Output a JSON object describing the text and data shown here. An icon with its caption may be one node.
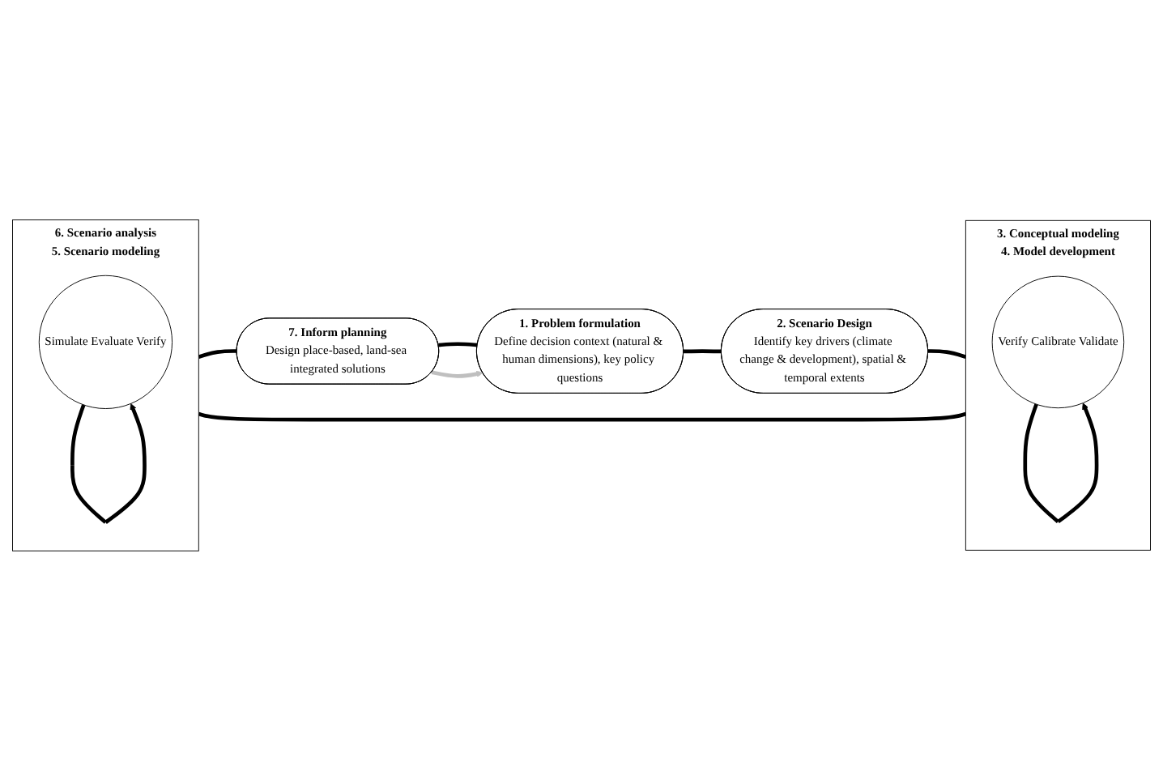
{
  "diagram": {
    "nodes": [
      {
        "text": [
          "1. Problem formulation",
          "Define decision context (natural & human dimensions), key policy questions"
        ]
      },
      {
        "text": [
          "2. Scenario Design",
          "Identify key drivers (climate change & development), spatial & temporal extents"
        ]
      },
      {
        "text": [
          "3. Conceptual modeling",
          "4. Model development"
        ]
      },
      {
        "text": [
          "Verify Calibrate Validate"
        ],
        "in": 2
      },
      {
        "text": [
          "6. Scenario analysis",
          "5. Scenario modeling"
        ]
      },
      {
        "text": [
          "Simulate Evaluate Verify"
        ],
        "in": 4
      },
      {
        "text": [
          "7. Inform planning",
          "Design place-based, land-sea integrated solutions"
        ]
      }
    ],
    "edges": [
      {
        "from": 0,
        "to": 1,
        "arrow": "none"
      },
      {
        "from": 1,
        "to": 2,
        "arrow": "none"
      },
      {
        "from": 2,
        "to": 4,
        "arrow": "none"
      },
      {
        "from": 4,
        "to": 6,
        "arrow": "none"
      },
      {
        "from": 6,
        "to": 0,
        "arrow": "none"
      },
      {
        "from": 6,
        "to": 0,
        "arrow": "to",
        "color": "#bfbfbf"
      },
      {
        "from": 3,
        "to": 3,
        "arrow": "to"
      },
      {
        "from": 5,
        "to": 5,
        "arrow": "to"
      }
    ]
  }
}
